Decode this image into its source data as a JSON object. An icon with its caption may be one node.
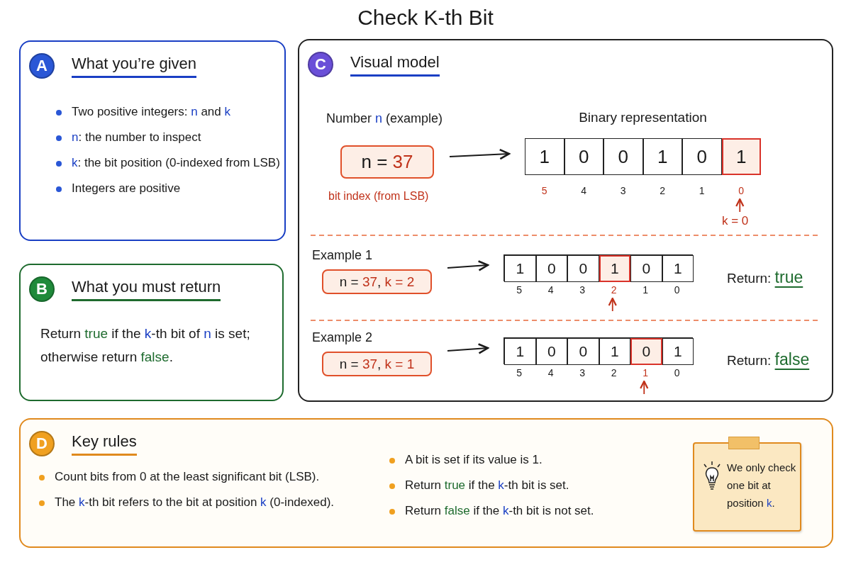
{
  "diagram": {
    "title": "Check K-th Bit",
    "nodes": [
      {
        "text": [
          "A",
          "What you’re given",
          "Two positive integers: **n** and **k**",
          "**n**: the number to inspect",
          "**k**: the bit position (0-indexed from LSB)",
          "Integers are positive"
        ]
      },
      {
        "text": [
          "B",
          "What you must return",
          "Return *true* if the **k**-th bit of **n** is set; otherwise return *false*."
        ]
      },
      {
        "text": [
          "C",
          "Visual model"
        ]
      },
      {
        "text": [
          "n = **37**"
        ],
        "beside": [
          "Number **n** (example)"
        ],
        "in": 2
      },
      {
        "text": [
          "Binary representation"
        ],
        "in": 2
      },
      {
        "text": [
          "1"
        ],
        "beside": [
          "**5**"
        ],
        "in": 4
      },
      {
        "text": [
          "0"
        ],
        "beside": [
          "4"
        ],
        "in": 4
      },
      {
        "text": [
          "0"
        ],
        "beside": [
          "3"
        ],
        "in": 4
      },
      {
        "text": [
          "1"
        ],
        "beside": [
          "2"
        ],
        "in": 4
      },
      {
        "text": [
          "0"
        ],
        "beside": [
          "1"
        ],
        "in": 4
      },
      {
        "text": [
          "1"
        ],
        "beside": [
          "**0**"
        ],
        "in": 4
      },
      {
        "text": [
          "n = **37**, **k = 2**"
        ],
        "beside": [
          "Example 1"
        ],
        "in": 2
      },
      {
        "text": [],
        "shape": "box",
        "in": 2
      },
      {
        "text": [
          "1"
        ],
        "beside": [
          "5"
        ],
        "in": 12
      },
      {
        "text": [
          "0"
        ],
        "beside": [
          "4"
        ],
        "in": 12
      },
      {
        "text": [
          "0"
        ],
        "beside": [
          "3"
        ],
        "in": 12
      },
      {
        "text": [
          "1"
        ],
        "beside": [
          "**2**"
        ],
        "in": 12
      },
      {
        "text": [
          "0"
        ],
        "beside": [
          "1"
        ],
        "in": 12
      },
      {
        "text": [
          "1"
        ],
        "beside": [
          "0"
        ],
        "in": 12
      },
      {
        "text": [
          "n = **37**, **k = 1**"
        ],
        "beside": [
          "Example 2"
        ],
        "in": 2
      },
      {
        "text": [],
        "shape": "box",
        "in": 2
      },
      {
        "text": [
          "1"
        ],
        "beside": [
          "5"
        ],
        "in": 20
      },
      {
        "text": [
          "0"
        ],
        "beside": [
          "4"
        ],
        "in": 20
      },
      {
        "text": [
          "0"
        ],
        "beside": [
          "3"
        ],
        "in": 20
      },
      {
        "text": [
          "1"
        ],
        "beside": [
          "2"
        ],
        "in": 20
      },
      {
        "text": [
          "0"
        ],
        "beside": [
          "**1**"
        ],
        "in": 20
      },
      {
        "text": [
          "1"
        ],
        "beside": [
          "0"
        ],
        "in": 20
      },
      {
        "text": [
          "D",
          "Key rules",
          "Count bits from 0 at the least significant bit (LSB).",
          "The **k**-th bit refers to the bit at position **k** (0-indexed).",
          "A bit is set if its value is 1.",
          "Return *true* if the **k**-th bit is set.",
          "Return *false* if the **k**-th bit is not set."
        ]
      },
      {
        "text": [
          "We only check one bit at position **k**."
        ],
        "in": 27
      }
    ],
    "edges": [
      {
        "from": 3,
        "to": 4,
        "arrow": "to"
      },
      {
        "from": 11,
        "to": 12,
        "arrow": "to"
      },
      {
        "from": 19,
        "to": 20,
        "arrow": "to"
      }
    ],
    "labels": [
      "bit index (from LSB)",
      "k = 0",
      "Return: *true*",
      "Return: *false*"
    ]
  }
}
